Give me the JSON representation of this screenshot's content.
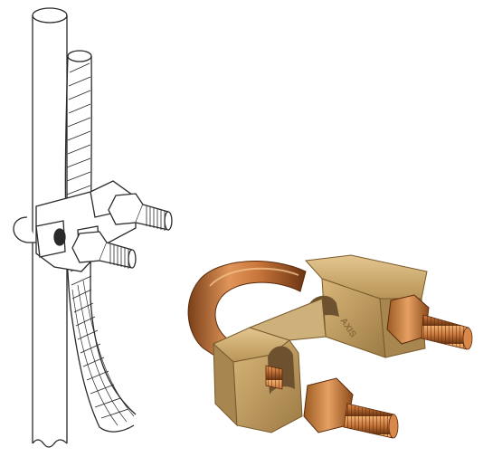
{
  "figure": {
    "panels": [
      {
        "id": "line-drawing",
        "icon": "rod-clamp-drawing"
      },
      {
        "id": "product-photo",
        "icon": "bronze-u-bolt-clamp"
      }
    ],
    "stamp_text": "AXIS",
    "colors": {
      "background": "#ffffff",
      "line": "#2a2a2a",
      "bronze": "#c9a568",
      "bronze_dark": "#8a6a3a",
      "copper": "#c8753a",
      "copper_dark": "#7a3f18"
    }
  }
}
